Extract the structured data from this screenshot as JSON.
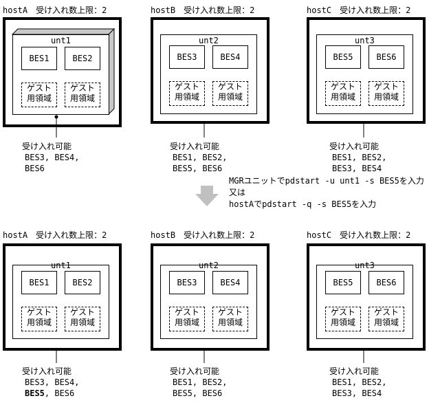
{
  "top": {
    "hosts": [
      {
        "title": "hostA　受け入れ数上限：2",
        "unit": "unt1",
        "bes": [
          "BES1",
          "BES2"
        ],
        "guest": [
          "ゲスト",
          "用領域"
        ],
        "accept_label": "受け入れ可能",
        "accept": [
          "BES3, BES4,",
          "BES6"
        ]
      },
      {
        "title": "hostB　受け入れ数上限：2",
        "unit": "unt2",
        "bes": [
          "BES3",
          "BES4"
        ],
        "guest": [
          "ゲスト",
          "用領域"
        ],
        "accept_label": "受け入れ可能",
        "accept": [
          "BES1, BES2,",
          "BES5, BES6"
        ]
      },
      {
        "title": "hostC　受け入れ数上限：2",
        "unit": "unt3",
        "bes": [
          "BES5",
          "BES6"
        ],
        "guest": [
          "ゲスト",
          "用領域"
        ],
        "accept_label": "受け入れ可能",
        "accept": [
          "BES1, BES2,",
          "BES3, BES4"
        ]
      }
    ]
  },
  "middle": {
    "lines": [
      "MGRユニットでpdstart -u unt1 -s BES5を入力",
      "又は",
      "hostAでpdstart -q -s BES5を入力"
    ]
  },
  "bottom": {
    "hosts": [
      {
        "title": "hostA　受け入れ数上限：2",
        "unit": "unt1",
        "bes": [
          "BES1",
          "BES2"
        ],
        "guest": [
          "ゲスト",
          "用領域"
        ],
        "accept_label": "受け入れ可能",
        "accept_a": "BES3, BES4,",
        "accept_b_bold": "BES5",
        "accept_b_rest": ", BES6"
      },
      {
        "title": "hostB　受け入れ数上限：2",
        "unit": "unt2",
        "bes": [
          "BES3",
          "BES4"
        ],
        "guest": [
          "ゲスト",
          "用領域"
        ],
        "accept_label": "受け入れ可能",
        "accept": [
          "BES1, BES2,",
          "BES5, BES6"
        ]
      },
      {
        "title": "hostC　受け入れ数上限：2",
        "unit": "unt3",
        "bes": [
          "BES5",
          "BES6"
        ],
        "guest": [
          "ゲスト",
          "用領域"
        ],
        "accept_label": "受け入れ可能",
        "accept": [
          "BES1, BES2,",
          "BES3, BES4"
        ]
      }
    ]
  }
}
